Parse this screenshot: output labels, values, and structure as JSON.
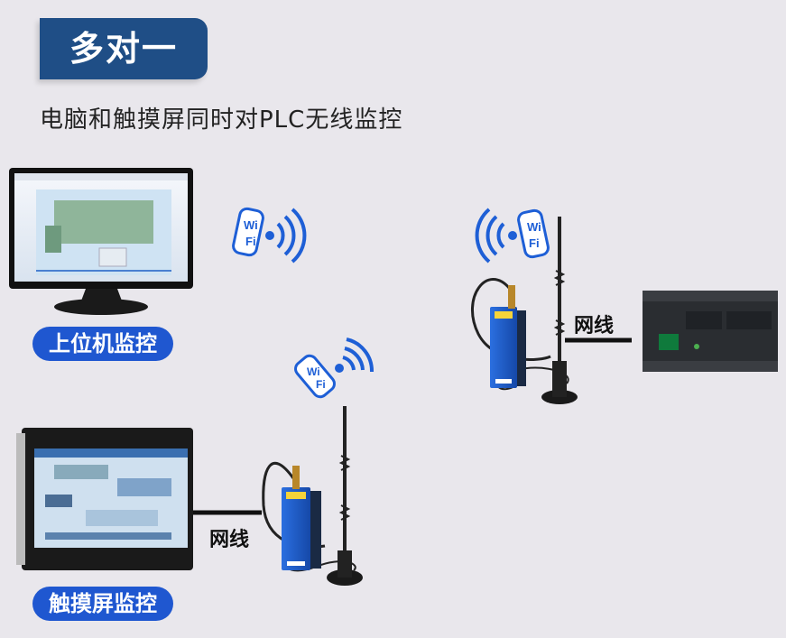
{
  "header": {
    "title": "多对一",
    "subtitle": "电脑和触摸屏同时对PLC无线监控"
  },
  "labels": {
    "pc": "上位机监控",
    "touch": "触摸屏监控",
    "wire_top": "网线",
    "wire_bottom": "网线"
  },
  "icons": {
    "wifi_text": "Wi Fi"
  },
  "colors": {
    "title_bg": "#1f4e86",
    "pill_bg": "#1f57d0",
    "wifi_blue": "#1e5fd6",
    "background": "#e9e7ec"
  }
}
